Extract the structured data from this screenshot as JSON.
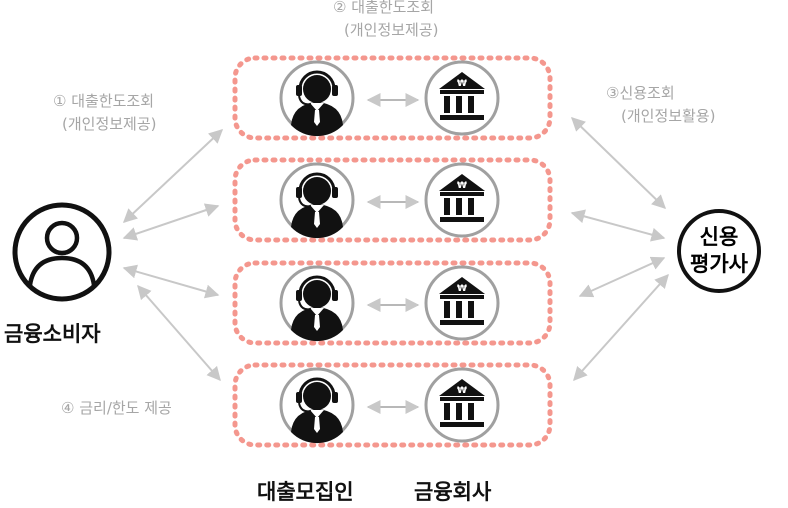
{
  "steps": {
    "step1": {
      "line1": "① 대출한도조회",
      "line2": "(개인정보제공)"
    },
    "step2": {
      "line1": "② 대출한도조회",
      "line2": "(개인정보제공)"
    },
    "step3": {
      "line1": "③신용조회",
      "line2": "(개인정보활용)"
    },
    "step4": {
      "line1": "④ 금리/한도 제공"
    }
  },
  "nodes": {
    "consumer": {
      "label": "금융소비자",
      "icon": "person-icon"
    },
    "credit_bureau": {
      "line1": "신용",
      "line2": "평가사"
    },
    "agent_column": {
      "label": "대출모집인",
      "icon": "headset-agent-icon"
    },
    "bank_column": {
      "label": "금융회사",
      "icon": "bank-won-icon"
    }
  },
  "colors": {
    "dashed_box": "#f4978e",
    "arrow": "#c8c8c8",
    "icon_ring": "#a0a0a0",
    "label_gray": "#a6a6a6"
  }
}
